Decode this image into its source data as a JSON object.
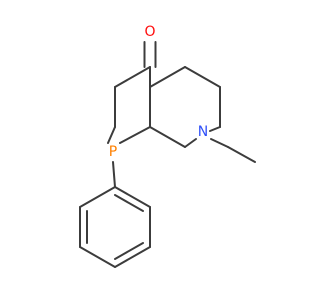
{
  "molecule": {
    "atoms": {
      "oxygen": {
        "symbol": "O",
        "color": "#ff0d0d"
      },
      "nitrogen": {
        "symbol": "N",
        "color": "#3050f8"
      },
      "phosphorus": {
        "symbol": "P",
        "color": "#ff8000"
      }
    },
    "bond_color": "#3c3c3c"
  }
}
